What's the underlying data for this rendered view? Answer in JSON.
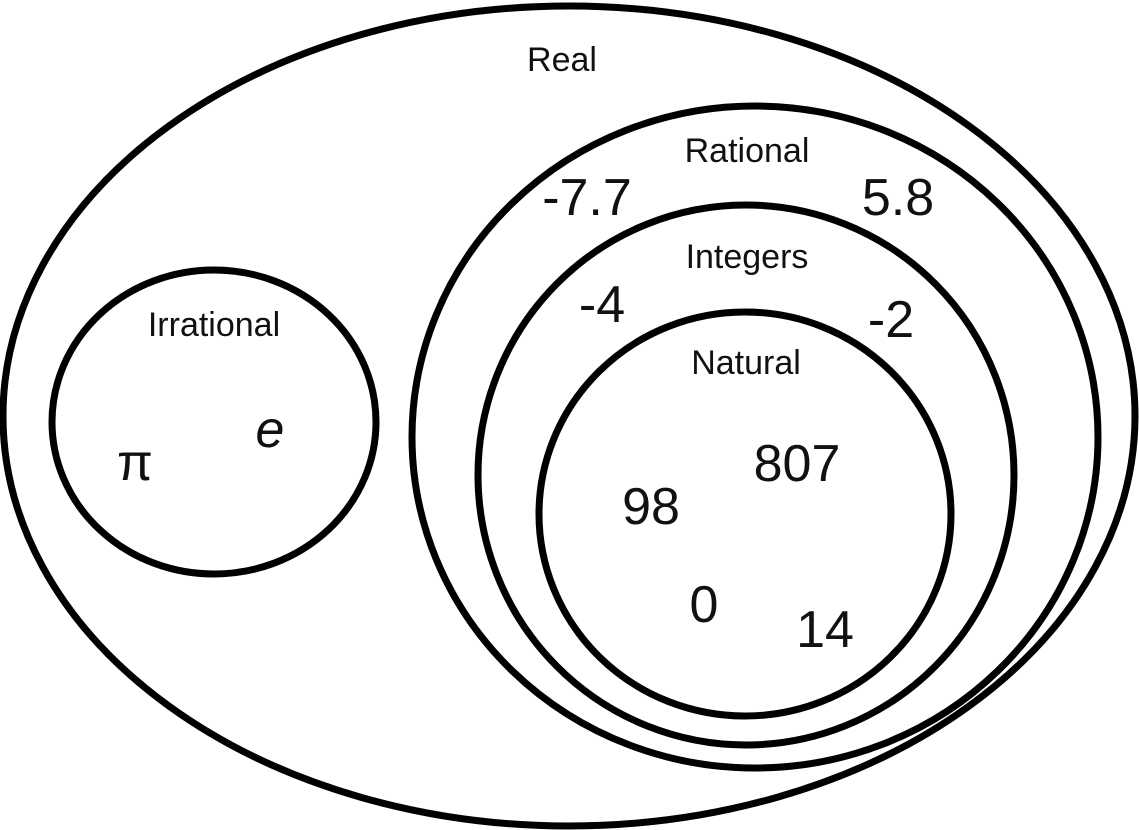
{
  "sets": {
    "real": {
      "label": "Real"
    },
    "irrational": {
      "label": "Irrational",
      "members": [
        "π",
        "e"
      ]
    },
    "rational": {
      "label": "Rational",
      "members": [
        "-7.7",
        "5.8"
      ]
    },
    "integers": {
      "label": "Integers",
      "members": [
        "-4",
        "-2"
      ]
    },
    "natural": {
      "label": "Natural",
      "members": [
        "807",
        "98",
        "0",
        "14"
      ]
    }
  },
  "colors": {
    "stroke": "#000000",
    "text": "#111111",
    "background": "#ffffff"
  }
}
